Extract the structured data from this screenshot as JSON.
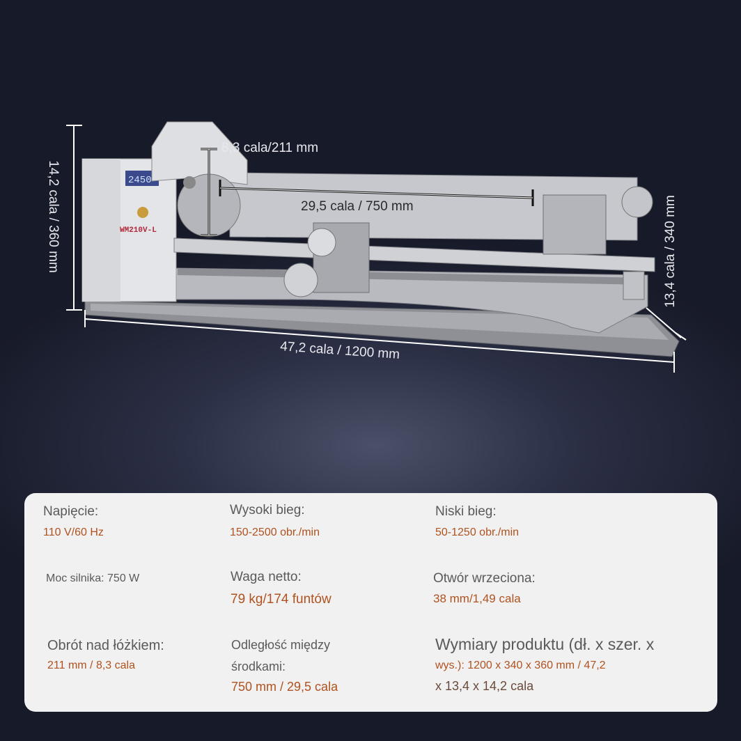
{
  "dimensions": {
    "height": "14,2 cala / 360 mm",
    "depth": "13,4 cala / 340 mm",
    "length": "47,2 cala / 1200 mm",
    "swing": "8,3 cala/211 mm",
    "between_centers": "29,5 cala / 750 mm"
  },
  "product": {
    "model_label": "WM210V-L",
    "display_reading": "2450"
  },
  "specs": [
    {
      "label": "Napięcie:",
      "value": "110 V/60 Hz"
    },
    {
      "label": "Wysoki bieg:",
      "value": "150-2500 obr./min"
    },
    {
      "label": "Niski bieg:",
      "value": "50-1250 obr./min"
    },
    {
      "label": "Moc silnika: 750 W",
      "value": ""
    },
    {
      "label": "Waga netto:",
      "value": "79 kg/174 funtów"
    },
    {
      "label": "Otwór wrzeciona:",
      "value": "38 mm/1,49 cala"
    },
    {
      "label": "Obrót nad łóżkiem:",
      "value": "211 mm / 8,3 cala"
    },
    {
      "label": "Odległość między",
      "label2": "środkami:",
      "value": "750 mm / 29,5 cala"
    },
    {
      "label": "Wymiary produktu (dł. x szer. x",
      "value": "wys.): 1200 x 340 x 360 mm / 47,2",
      "value2": "x 13,4 x 14,2 cala"
    }
  ]
}
